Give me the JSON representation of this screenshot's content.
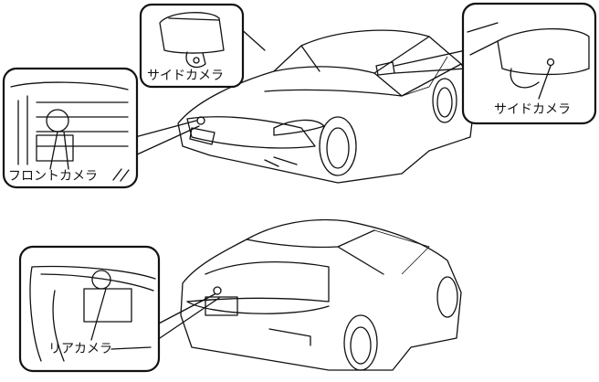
{
  "labels": {
    "side_camera_left": "サイドカメラ",
    "side_camera_right": "サイドカメラ",
    "front_camera": "フロントカメラ",
    "rear_camera": "リアカメラ"
  },
  "colors": {
    "line": "#111111",
    "background": "#ffffff"
  }
}
